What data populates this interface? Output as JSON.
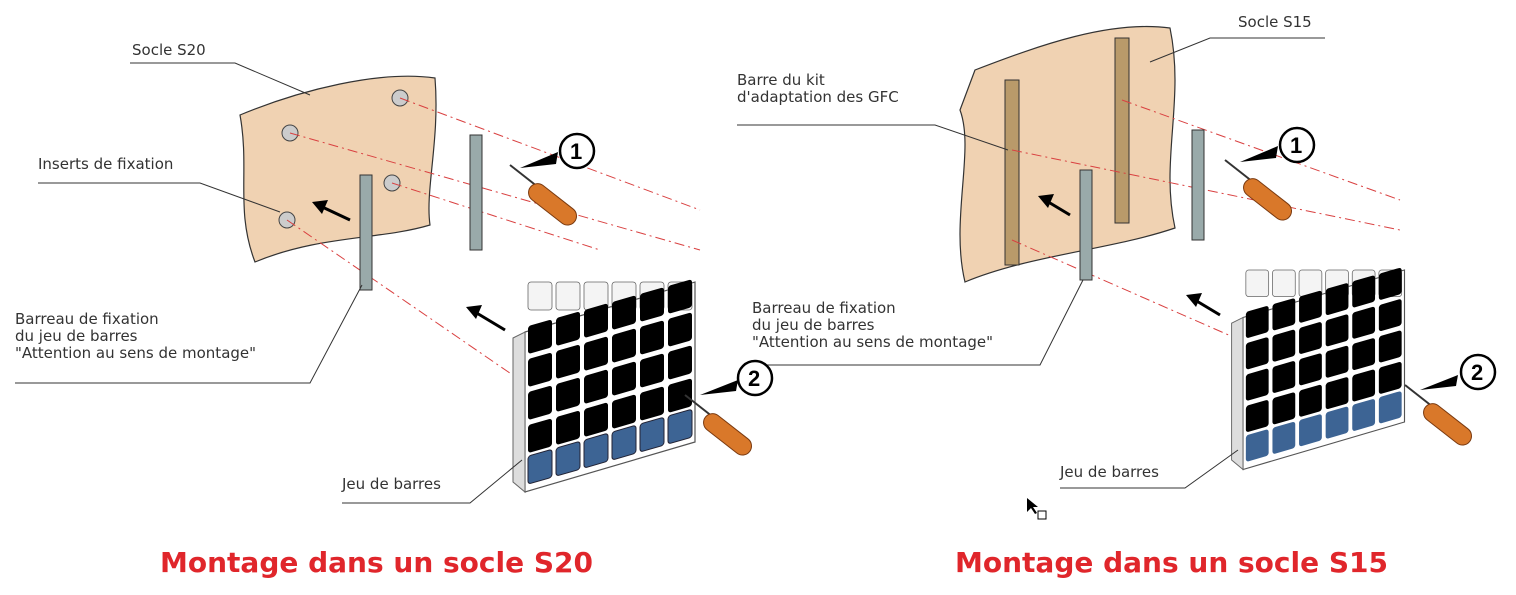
{
  "left": {
    "socle_label": "Socle S20",
    "inserts_label": "Inserts de fixation",
    "barreau_lines": [
      "Barreau de fixation",
      "du jeu de barres",
      "\"Attention au sens de montage\""
    ],
    "jeu_label": "Jeu de barres",
    "step1": "1",
    "step2": "2",
    "title": "Montage dans un socle S20"
  },
  "right": {
    "socle_label": "Socle S15",
    "kit_lines": [
      "Barre du kit",
      "d'adaptation des GFC"
    ],
    "barreau_lines": [
      "Barreau de fixation",
      "du jeu de barres",
      "\"Attention au sens de montage\""
    ],
    "jeu_label": "Jeu de barres",
    "step1": "1",
    "step2": "2",
    "title": "Montage dans un socle S15"
  },
  "colors": {
    "title": "#e0262b",
    "socle": "#f0d2b2",
    "screwdriver": "#d9782a",
    "busbar_blue": "#3d6494",
    "dash": "#d94040"
  }
}
